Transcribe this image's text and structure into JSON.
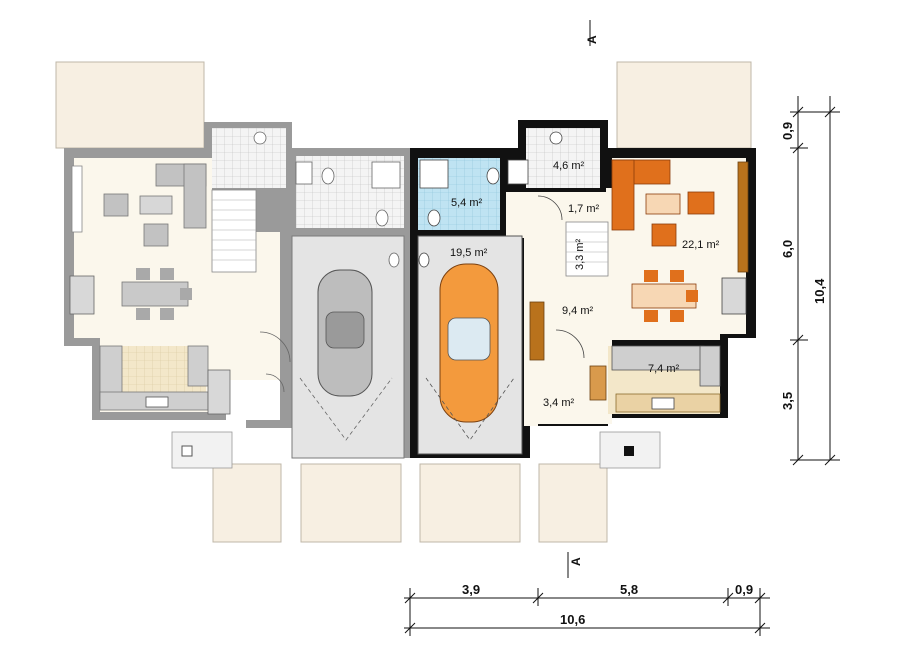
{
  "rooms": {
    "wc_upper": "4,6 m²",
    "bath": "5,4 m²",
    "hall_small": "1,7 m²",
    "stairs": "3,3 m²",
    "living": "22,1 m²",
    "garage": "19,5 m²",
    "hall": "9,4 m²",
    "kitchen": "7,4 m²",
    "vestibule": "3,4 m²"
  },
  "dimensions": {
    "right_top": "0,9",
    "right_mid": "6,0",
    "right_total": "10,4",
    "right_bottom": "3,5",
    "bottom_left": "3,9",
    "bottom_mid": "5,8",
    "bottom_right": "0,9",
    "bottom_total": "10,6"
  },
  "section": {
    "top": "A",
    "bottom": "A"
  },
  "colors": {
    "wall_dark": "#111111",
    "wall_grey": "#8c8c8c",
    "floor_warm": "#fbf7ec",
    "floor_garage": "#e4e4e4",
    "bath_tile": "#bfe3f2",
    "terrace": "#f7efe2",
    "sofa_orange": "#e0701c",
    "car_orange": "#f39a3d"
  }
}
